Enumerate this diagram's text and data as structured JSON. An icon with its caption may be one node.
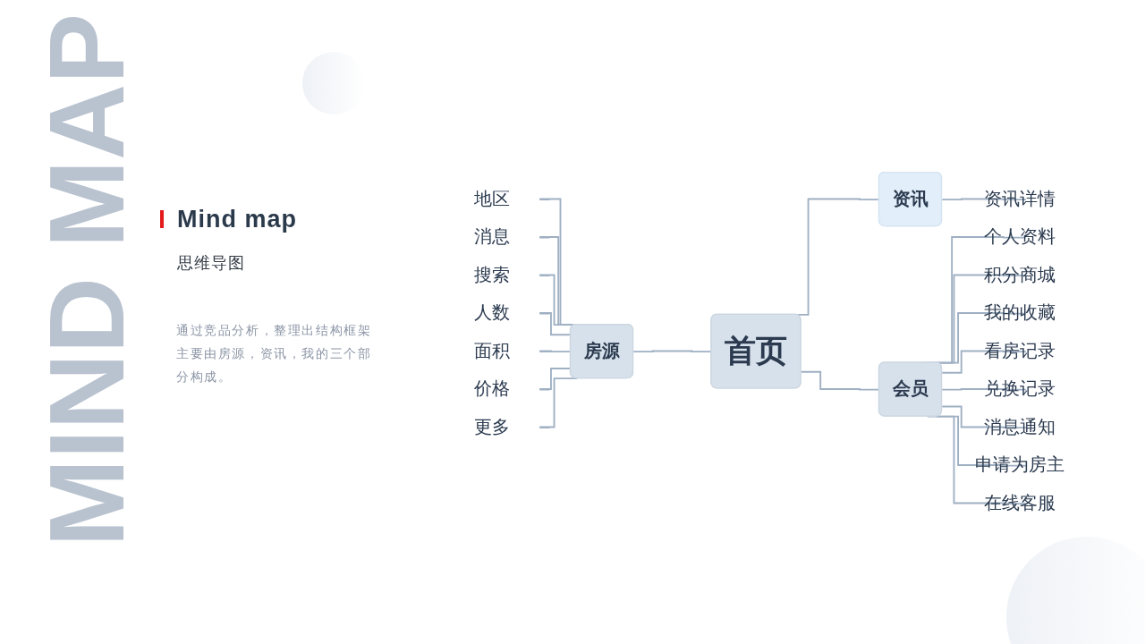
{
  "diagram": {
    "title": "Mind map",
    "nodes": [
      {
        "text": [
          "首页"
        ]
      },
      {
        "text": [
          "房源"
        ]
      },
      {
        "text": [
          "地区"
        ]
      },
      {
        "text": [
          "消息"
        ]
      },
      {
        "text": [
          "搜索"
        ]
      },
      {
        "text": [
          "人数"
        ]
      },
      {
        "text": [
          "面积"
        ]
      },
      {
        "text": [
          "价格"
        ]
      },
      {
        "text": [
          "更多"
        ]
      },
      {
        "text": [
          "资讯"
        ]
      },
      {
        "text": [
          "资讯详情"
        ]
      },
      {
        "text": [
          "会员"
        ]
      },
      {
        "text": [
          "个人资料"
        ]
      },
      {
        "text": [
          "积分商城"
        ]
      },
      {
        "text": [
          "我的收藏"
        ]
      },
      {
        "text": [
          "看房记录"
        ]
      },
      {
        "text": [
          "兑换记录"
        ]
      },
      {
        "text": [
          "消息通知"
        ]
      },
      {
        "text": [
          "申请为房主"
        ]
      },
      {
        "text": [
          "在线客服"
        ]
      }
    ],
    "edges": [
      {
        "from": 2,
        "to": 1,
        "arrow": "none"
      },
      {
        "from": 3,
        "to": 1,
        "arrow": "none"
      },
      {
        "from": 4,
        "to": 1,
        "arrow": "none"
      },
      {
        "from": 5,
        "to": 1,
        "arrow": "none"
      },
      {
        "from": 6,
        "to": 1,
        "arrow": "none"
      },
      {
        "from": 7,
        "to": 1,
        "arrow": "none"
      },
      {
        "from": 8,
        "to": 1,
        "arrow": "none"
      },
      {
        "from": 1,
        "to": 0,
        "arrow": "none"
      },
      {
        "from": 0,
        "to": 9,
        "arrow": "none"
      },
      {
        "from": 9,
        "to": 10,
        "arrow": "none"
      },
      {
        "from": 0,
        "to": 11,
        "arrow": "none"
      },
      {
        "from": 11,
        "to": 12,
        "arrow": "none"
      },
      {
        "from": 11,
        "to": 13,
        "arrow": "none"
      },
      {
        "from": 11,
        "to": 14,
        "arrow": "none"
      },
      {
        "from": 11,
        "to": 15,
        "arrow": "none"
      },
      {
        "from": 11,
        "to": 16,
        "arrow": "none"
      },
      {
        "from": 11,
        "to": 17,
        "arrow": "none"
      },
      {
        "from": 11,
        "to": 18,
        "arrow": "none"
      },
      {
        "from": 11,
        "to": 19,
        "arrow": "none"
      }
    ],
    "labels": [
      "MIND MAP",
      "思维导图",
      "通过竞品分析，整理出结构框架主要由房源，资讯，我的三个部分构成。"
    ]
  }
}
